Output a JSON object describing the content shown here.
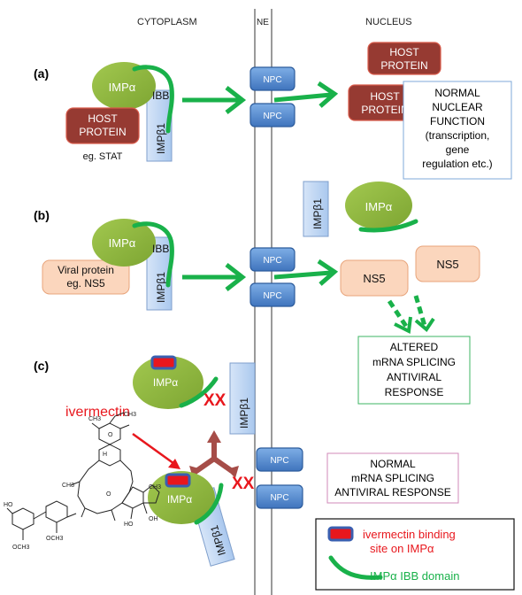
{
  "headers": {
    "cytoplasm": "CYTOPLASM",
    "ne": "NE",
    "nucleus": "NUCLEUS"
  },
  "panel_labels": {
    "a": "(a)",
    "b": "(b)",
    "c": "(c)"
  },
  "npc_label": "NPC",
  "impa_label": "IMPα",
  "impb1_label": "IMPβ1",
  "ibb_label": "IBB",
  "panel_a": {
    "host_protein_line1": "HOST",
    "host_protein_line2": "PROTEIN",
    "example": "eg. STAT",
    "nucleus_box_lines": [
      "NORMAL",
      "NUCLEAR",
      "FUNCTION",
      "(transcription,",
      "gene",
      "regulation etc.)"
    ]
  },
  "panel_b": {
    "viral_line1": "Viral protein",
    "viral_line2": "eg. NS5",
    "ns5": "NS5",
    "altered_lines": [
      "ALTERED",
      "mRNA SPLICING",
      "ANTIVIRAL",
      "RESPONSE"
    ]
  },
  "panel_c": {
    "drug": "ivermectin",
    "block_mark": "XX",
    "normal_lines": [
      "NORMAL",
      "mRNA SPLICING",
      "ANTIVIRAL RESPONSE"
    ],
    "structure_labels": {
      "h": "H",
      "ch3": "CH3",
      "och3": "OCH3",
      "ho": "HO",
      "oh": "OH",
      "o": "O"
    }
  },
  "legend": {
    "binding_site_line1": "ivermectin binding",
    "binding_site_line2": "site on IMPα",
    "ibb_domain": "IMPα IBB domain"
  },
  "colors": {
    "impa_fill": "#8eb63b",
    "green_arrow": "#19b14a",
    "host_protein_fill": "#963a32",
    "viral_fill": "#fbd6bd",
    "npc_fill": "#5b8fd1",
    "impb1_fill": "#c9dbf3",
    "red": "#e8171d",
    "blocker": "#a64d48"
  }
}
